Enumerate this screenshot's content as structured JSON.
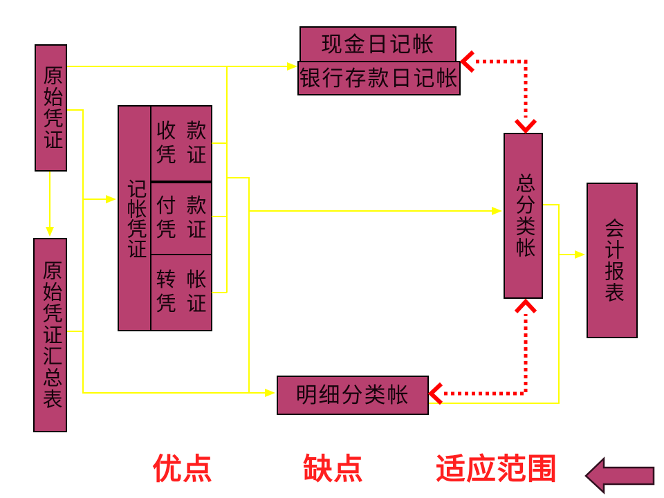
{
  "diagram": {
    "nodes": {
      "cash_journal": "现金日记帐",
      "bank_journal": "银行存款日记帐",
      "original_voucher": "原始凭证",
      "original_voucher_summary": "原始凭证汇总表",
      "bookkeeping_voucher": "记帐凭证",
      "receipt_voucher": {
        "line1": "收款",
        "line2": "凭证"
      },
      "payment_voucher": {
        "line1": "付款",
        "line2": "凭证"
      },
      "transfer_voucher": {
        "line1": "转帐",
        "line2": "凭证"
      },
      "general_ledger": "总分类帐",
      "accounting_statements": "会计报表",
      "subsidiary_ledger": "明细分类帐"
    },
    "footer_labels": {
      "advantages": "优点",
      "disadvantages": "缺点",
      "scope": "适应范围"
    },
    "colors": {
      "node_fill": "#b8406f",
      "node_border": "#000000",
      "solid_connector": "#ffff00",
      "dotted_connector": "#ff0000",
      "footer_text": "#ff1f1f",
      "block_arrow_fill": "#b8406f"
    }
  }
}
